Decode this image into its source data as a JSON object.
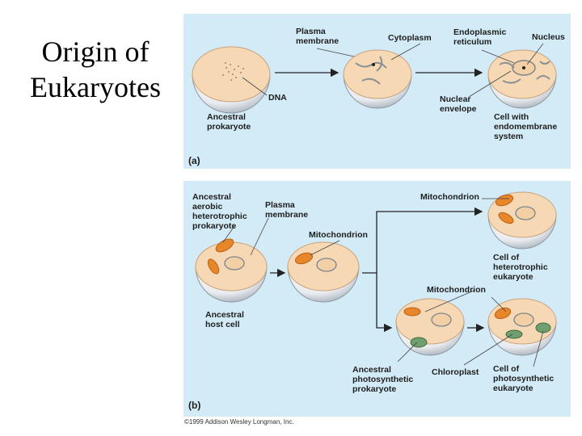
{
  "slide": {
    "title": "Origin of\nEukaryotes"
  },
  "panel_a": {
    "tag": "(a)",
    "labels": {
      "plasma_membrane": "Plasma\nmembrane",
      "cytoplasm": "Cytoplasm",
      "er": "Endoplasmic\nreticulum",
      "nucleus": "Nucleus",
      "dna": "DNA",
      "ancestral_prokaryote": "Ancestral\nprokaryote",
      "nuclear_envelope": "Nuclear\nenvelope",
      "endomembrane_cell": "Cell with\nendomembrane\nsystem"
    }
  },
  "panel_b": {
    "tag": "(b)",
    "labels": {
      "aerobic": "Ancestral\naerobic\nheterotrophic\nprokaryote",
      "plasma_membrane": "Plasma\nmembrane",
      "mito_1": "Mitochondrion",
      "mito_2": "Mitochondrion",
      "mito_3": "Mitochondrion",
      "host_cell": "Ancestral\nhost cell",
      "heterotrophic": "Cell of\nheterotrophic\neukaryote",
      "photo_prok": "Ancestral\nphotosynthetic\nprokaryote",
      "chloroplast": "Chloroplast",
      "photosynthetic": "Cell of\nphotosynthetic\neukaryote"
    }
  },
  "credit": "©1999 Addison Wesley Longman, Inc.",
  "colors": {
    "panel": "#d3ebf7",
    "cytoplasm": "#f6d9b4",
    "mitochondrion": "#e8862a",
    "chloroplast": "#6f9e6f"
  }
}
